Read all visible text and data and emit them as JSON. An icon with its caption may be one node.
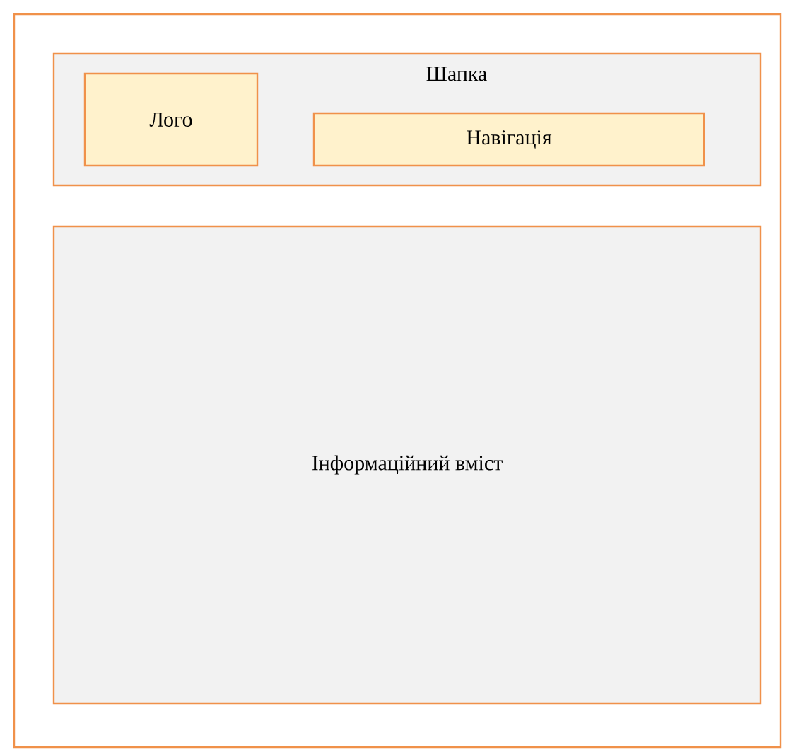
{
  "diagram": {
    "nodes": [
      {
        "text": [],
        "shape": "box"
      },
      {
        "text": [
          "Шапка"
        ],
        "in": 0
      },
      {
        "text": [
          "Лого"
        ],
        "in": 1
      },
      {
        "text": [
          "Навігація"
        ],
        "in": 1
      },
      {
        "text": [
          "Інформаційний вміст"
        ],
        "in": 0
      }
    ]
  }
}
